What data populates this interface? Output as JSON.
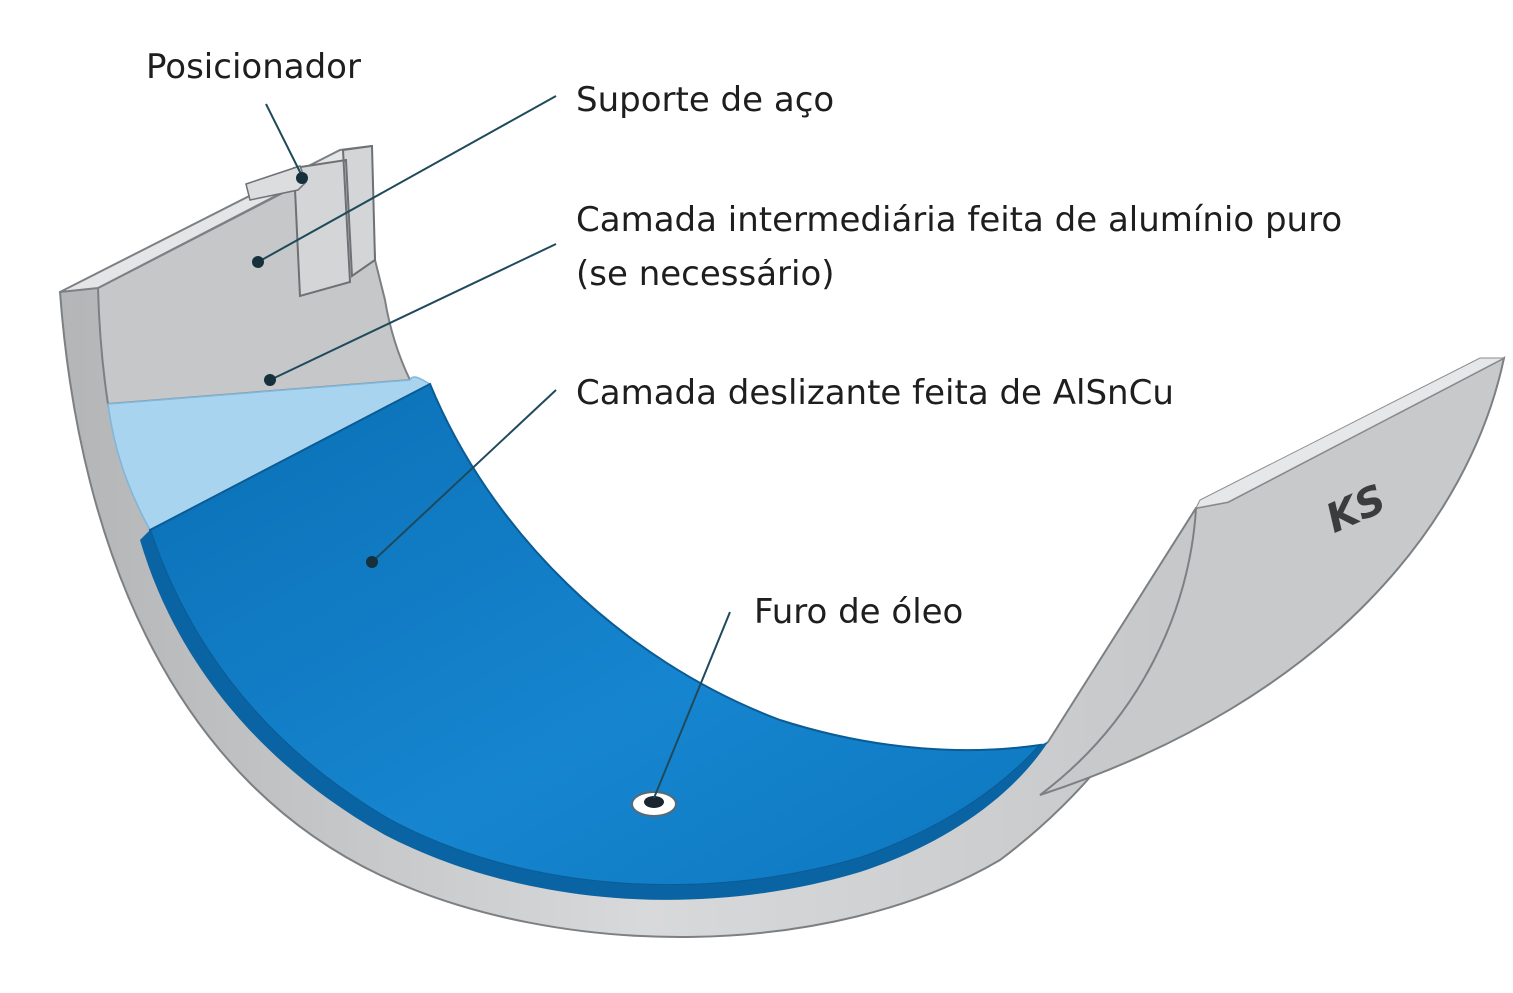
{
  "labels": {
    "posicionador": "Posicionador",
    "suporte_aco": "Suporte de aço",
    "camada_intermediaria": [
      "Camada intermediária feita de alumínio puro",
      "(se necessário)"
    ],
    "camada_deslizante": "Camada deslizante feita de AlSnCu",
    "furo_oleo": "Furo de óleo"
  },
  "logo_text": "KS",
  "colors": {
    "steel": "#c9cacb",
    "steel_light": "#e3e3e4",
    "steel_dark": "#9fa1a3",
    "intermediate_layer": "#a9d4ef",
    "sliding_layer": "#0f7fc7",
    "sliding_layer_dark": "#0a64a3",
    "leader_line": "#1f4a5c",
    "text": "#1e1e1e"
  }
}
